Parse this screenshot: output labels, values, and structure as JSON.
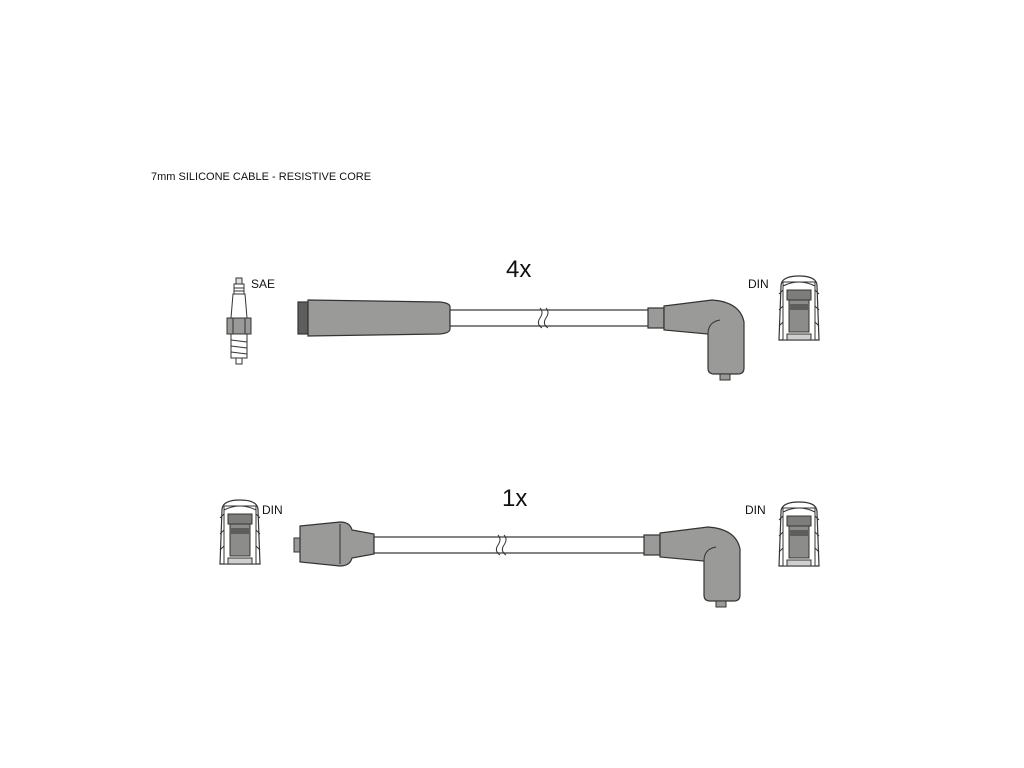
{
  "spec_text": "7mm SILICONE CABLE - RESISTIVE CORE",
  "lead_top": {
    "quantity": "4x",
    "left_label": "SAE",
    "right_label": "DIN"
  },
  "lead_bottom": {
    "quantity": "1x",
    "left_label": "DIN",
    "right_label": "DIN"
  },
  "colors": {
    "boot_fill": "#9a9a98",
    "boot_dark": "#5e5e5c",
    "outline": "#333333",
    "cable": "#ffffff"
  }
}
